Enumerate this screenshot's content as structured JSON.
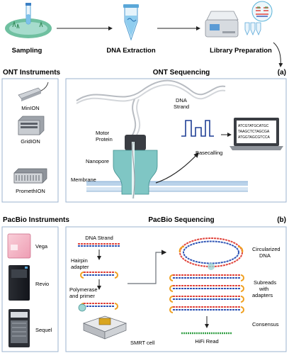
{
  "workflow": {
    "steps": [
      {
        "label": "Sampling"
      },
      {
        "label": "DNA Extraction"
      },
      {
        "label": "Library Preparation"
      }
    ]
  },
  "ont": {
    "instruments_title": "ONT Instruments",
    "sequencing_title": "ONT Sequencing",
    "panel_letter": "(a)",
    "instruments": [
      {
        "label": "MinION"
      },
      {
        "label": "GridION"
      },
      {
        "label": "PromethION"
      }
    ],
    "labels": {
      "dna_strand_1": "DNA",
      "dna_strand_2": "Strand",
      "motor_protein_1": "Motor",
      "motor_protein_2": "Protein",
      "nanopore": "Nanopore",
      "membrane": "Membrane",
      "basecalling": "Basecalling"
    },
    "laptop_sequence": [
      "ATCGTATGCATGC",
      "TAAGCTCTAGCGA",
      "ATGGTAGCGTCCA"
    ]
  },
  "pacbio": {
    "instruments_title": "PacBio Instruments",
    "sequencing_title": "PacBio Sequencing",
    "panel_letter": "(b)",
    "instruments": [
      {
        "label": "Vega"
      },
      {
        "label": "Revio"
      },
      {
        "label": "Sequel"
      }
    ],
    "labels": {
      "dna_strand": "DNA Strand",
      "hairpin_1": "Hairpin",
      "hairpin_2": "adapter",
      "polymerase_1": "Polymerase",
      "polymerase_2": "and primer",
      "smrt_cell": "SMRT cell",
      "circularized_1": "Circularized",
      "circularized_2": "DNA",
      "subreads_1": "Subreads",
      "subreads_2": "with",
      "subreads_3": "adapters",
      "consensus": "Consensus",
      "hifi_read": "HiFi Read"
    }
  },
  "colors": {
    "panel_border": "#9bb3cf",
    "arrow": "#222222",
    "pore": "#7fc6c4",
    "membrane": "#b9d2ea",
    "signal": "#1f3f95",
    "adapter": "#f0a020",
    "dna_red": "#e0443c",
    "dna_blue": "#2f55b5",
    "hifi": "#34a046"
  }
}
